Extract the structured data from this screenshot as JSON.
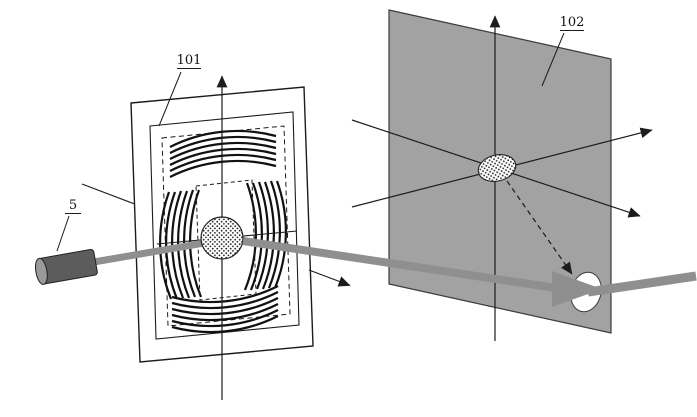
{
  "figure": {
    "labels": {
      "source": "5",
      "plate_101": "101",
      "plate_102": "102"
    },
    "colors": {
      "background": "#ffffff",
      "line": "#1c1c1c",
      "plate_102_fill": "#a2a2a2",
      "beam": "#8f8f8f",
      "cylinder_body": "#5c5c5c",
      "cylinder_cap": "#9a9a9a"
    }
  }
}
